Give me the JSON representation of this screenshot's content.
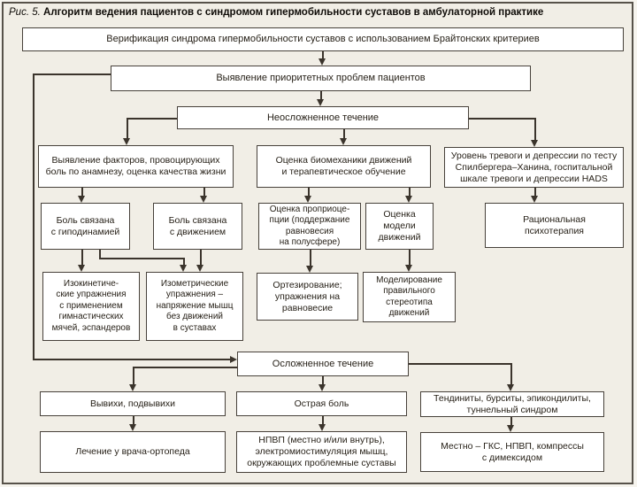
{
  "figure": {
    "caption_label": "Рис. 5.",
    "caption_text": "Алгоритм ведения пациентов с синдромом гипермобильности суставов в амбулаторной практике"
  },
  "colors": {
    "background": "#f1eee6",
    "frame_border": "#57524a",
    "box_background": "#ffffff",
    "box_border": "#47413a",
    "connector": "#3b342c",
    "text": "#241e15"
  },
  "nodes": {
    "verification": {
      "text": "Верификация синдрома гипермобильности суставов с использованием Брайтонских критериев"
    },
    "priority_problems": {
      "text": "Выявление приоритетных проблем пациентов"
    },
    "uncomplicated": {
      "text": "Неосложненное течение"
    },
    "provoking_factors": {
      "text": "Выявление факторов, провоцирующих\nболь по анамнезу, оценка качества жизни"
    },
    "biomechanics": {
      "text": "Оценка биомеханики движений\nи терапевтическое обучение"
    },
    "anxiety_level": {
      "text": "Уровень тревоги и депрессии по тесту\nСпилбергера–Ханина, госпитальной\nшкале тревоги и депрессии HADS"
    },
    "pain_hypodynamia": {
      "text": "Боль связана\nс гиподинамией"
    },
    "pain_movement": {
      "text": "Боль связана\nс движением"
    },
    "proprioception": {
      "text": "Оценка проприоце-\nпции (поддержание\nравновесия\nна полусфере)"
    },
    "movement_model": {
      "text": "Оценка\nмодели\nдвижений"
    },
    "psychotherapy": {
      "text": "Рациональная\nпсихотерапия"
    },
    "isokinetic": {
      "text": "Изокинетиче-\nские упражнения\nс применением\nгимнастических\nмячей, эспандеров"
    },
    "isometric": {
      "text": "Изометрические\nупражнения –\nнапряжение мышц\nбез движений\nв суставах"
    },
    "orthotics": {
      "text": "Ортезирование;\nупражнения на\nравновесие"
    },
    "modeling": {
      "text": "Моделирование\nправильного\nстереотипа\nдвижений"
    },
    "complicated": {
      "text": "Осложненное течение"
    },
    "dislocations": {
      "text": "Вывихи, подвывихи"
    },
    "acute_pain": {
      "text": "Острая боль"
    },
    "tendinitis": {
      "text": "Тендиниты, бурситы, эпикондилиты,\nтуннельный синдром"
    },
    "orthopedist_treatment": {
      "text": "Лечение у врача-ортопеда"
    },
    "nsaid": {
      "text": "НПВП (местно и/или внутрь),\nэлектромиостимуляция мышц,\nокружающих проблемные суставы"
    },
    "local_gks": {
      "text": "Местно – ГКС, НПВП, компрессы\nс димексидом"
    }
  }
}
